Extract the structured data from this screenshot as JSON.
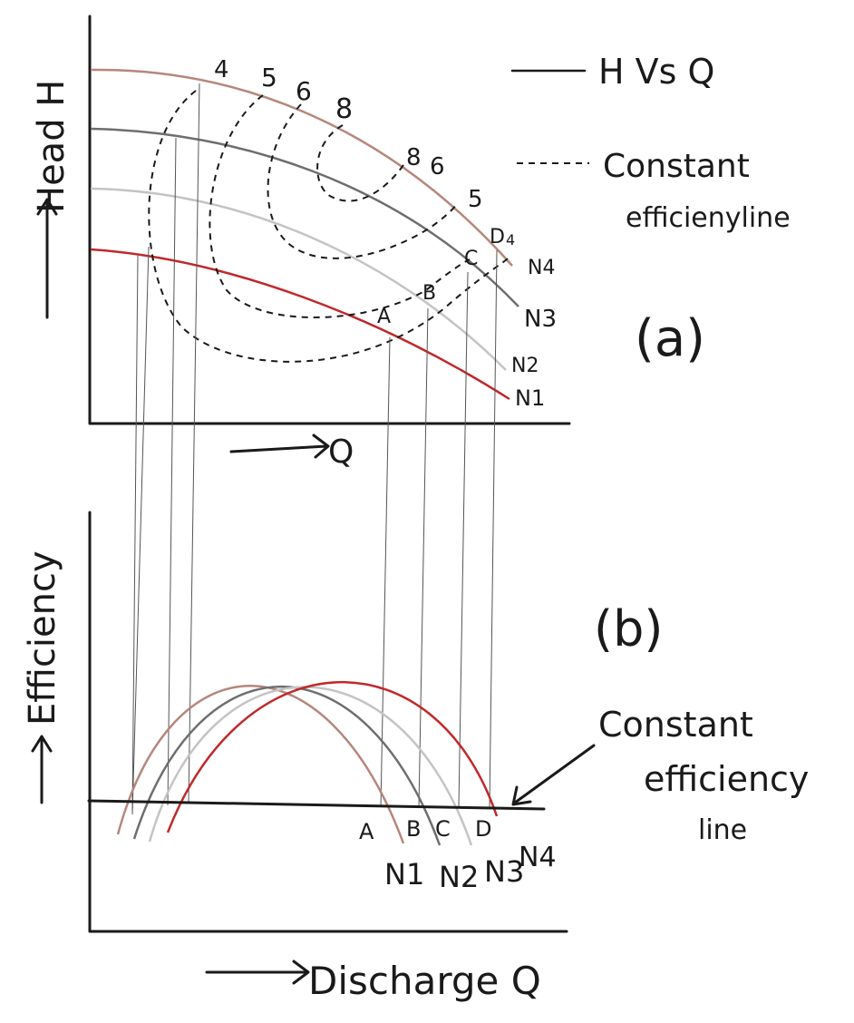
{
  "colors": {
    "N1": "#c0282b",
    "N2": "#c4c4c4",
    "N3": "#6e6e6e",
    "N4": "#b5877c",
    "ink": "#1a1a1a"
  },
  "panel_a": {
    "label": "(a)",
    "y_axis_label": "Head H",
    "x_axis_label": "Q",
    "legend": {
      "solid": "H Vs Q",
      "dashed_line1": "Constant",
      "dashed_line2": "efficienyline"
    },
    "curve_labels": [
      "N4",
      "N3",
      "N2",
      "N1"
    ],
    "point_labels": [
      "A",
      "B",
      "C",
      "D"
    ],
    "efficiency_labels_left": [
      "4",
      "5",
      "6",
      "8"
    ],
    "efficiency_labels_right": [
      "8",
      "6",
      "5",
      "4"
    ]
  },
  "panel_b": {
    "label": "(b)",
    "y_axis_label": "Efficiency",
    "x_axis_label": "Discharge Q",
    "annotation_line1": "Constant",
    "annotation_line2": "efficiency",
    "annotation_line3": "line",
    "point_labels": [
      "A",
      "B",
      "C",
      "D"
    ],
    "curve_labels": [
      "N1",
      "N2",
      "N3",
      "N4"
    ]
  }
}
